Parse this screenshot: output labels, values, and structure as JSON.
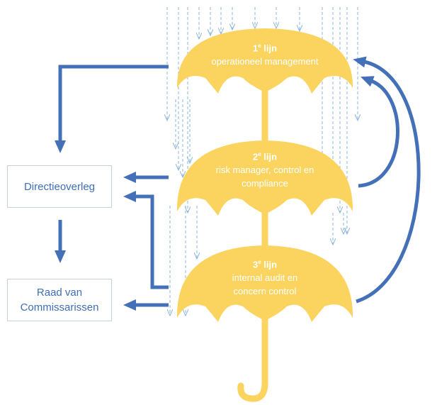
{
  "colors": {
    "umbrella": "#fbd35f",
    "arrow": "#4470b8",
    "rain": "#8cb6de",
    "box_text": "#3d6fb6",
    "box_border": "#c4d2e6",
    "label_text": "#ffffff"
  },
  "boxes": {
    "directieoverleg": [
      "Directieoverleg"
    ],
    "raad": [
      "Raad van",
      "Commissarissen"
    ]
  },
  "umbrellas": [
    {
      "number": "1",
      "suffix": "e",
      "word": "lijn",
      "lines": [
        "operationeel management"
      ]
    },
    {
      "number": "2",
      "suffix": "e",
      "word": "lijn",
      "lines": [
        "risk manager, control en",
        "compliance"
      ]
    },
    {
      "number": "3",
      "suffix": "e",
      "word": "lijn",
      "lines": [
        "internal audit en",
        "concern control"
      ]
    }
  ]
}
